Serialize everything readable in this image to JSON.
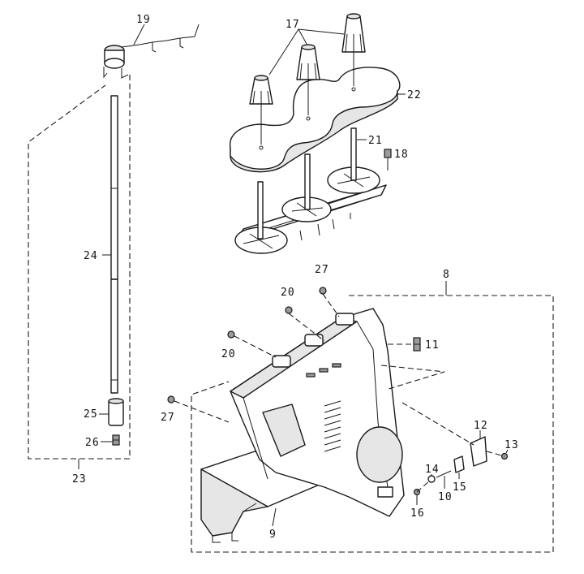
{
  "callouts": {
    "c8": "8",
    "c9": "9",
    "c10": "10",
    "c11": "11",
    "c12": "12",
    "c13": "13",
    "c14": "14",
    "c15": "15",
    "c16": "16",
    "c17": "17",
    "c18": "18",
    "c19": "19",
    "c20a": "20",
    "c20b": "20",
    "c21": "21",
    "c22": "22",
    "c23": "23",
    "c24": "24",
    "c25": "25",
    "c26": "26",
    "c27a": "27",
    "c27b": "27"
  }
}
